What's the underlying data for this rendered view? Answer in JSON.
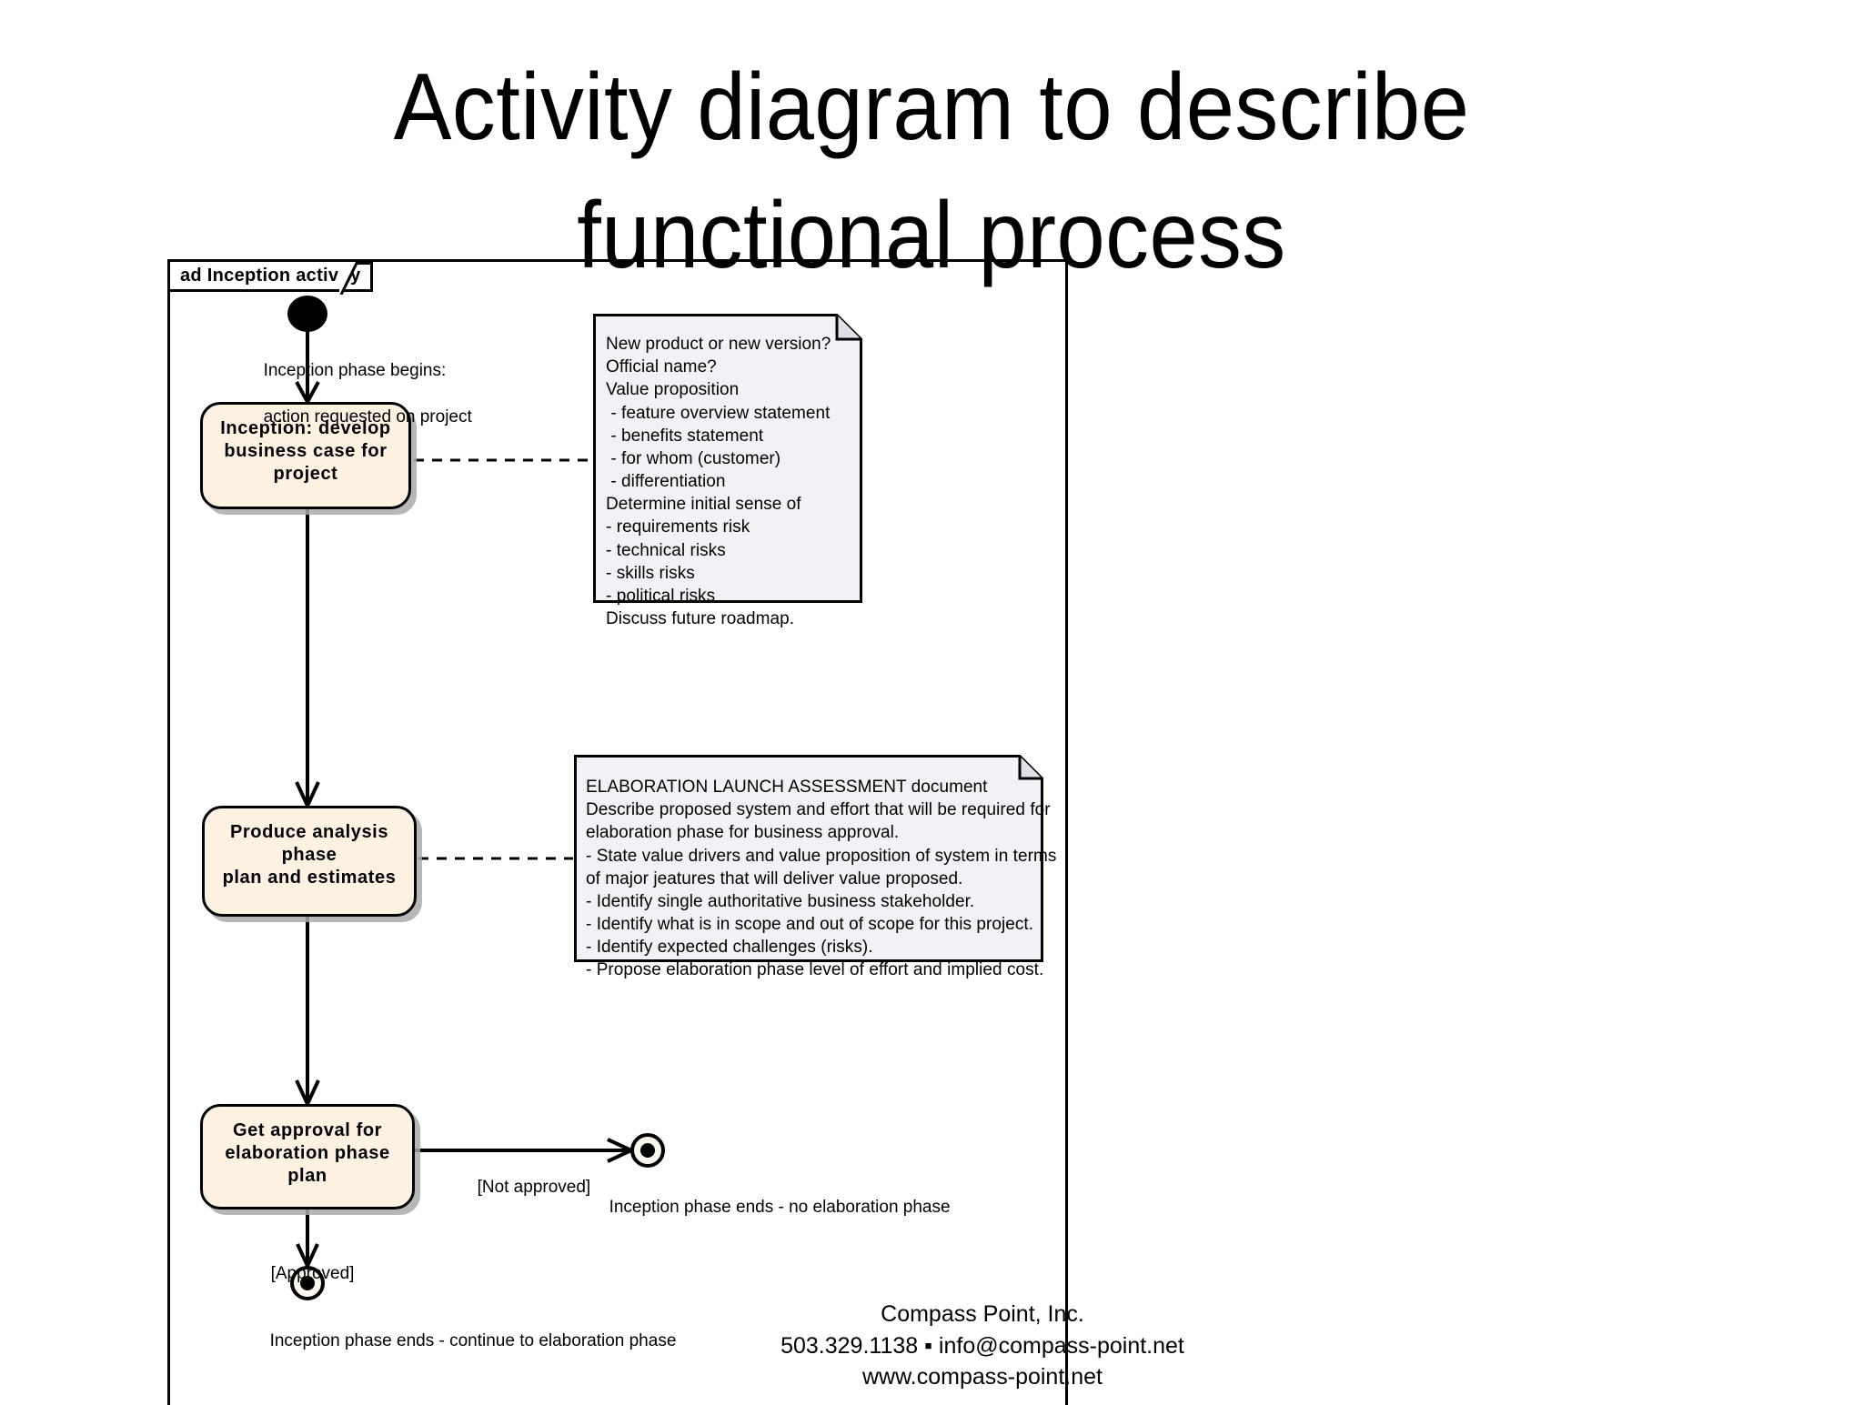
{
  "slide": {
    "title_lines": [
      "Activity diagram to describe",
      "functional process"
    ]
  },
  "frame": {
    "label": "ad Inception activity"
  },
  "nodes": {
    "start": {
      "kind": "initial-node"
    },
    "activity_1": {
      "line1": "Inception: develop",
      "line2": "business case for project"
    },
    "activity_2": {
      "line1": "Produce analysis phase",
      "line2": "plan and estimates"
    },
    "activity_3": {
      "line1": "Get approval for",
      "line2": "elaboration phase plan"
    },
    "final_not_approved": {
      "kind": "final-node"
    },
    "final_approved": {
      "kind": "final-node"
    }
  },
  "labels": {
    "start_note_line1": "Inception phase begins:",
    "start_note_line2": "action requested on project",
    "guard_not_approved": "[Not approved]",
    "guard_approved": "[Approved]",
    "end_no_elaboration": "Inception phase ends - no elaboration phase",
    "end_continue_elaboration": "Inception phase ends - continue to elaboration phase"
  },
  "notes": {
    "note_1": {
      "lines": [
        "New product or new version?",
        "Official name?",
        "Value proposition",
        " - feature overview statement",
        " - benefits statement",
        " - for whom (customer)",
        " - differentiation",
        "Determine initial sense of",
        "- requirements risk",
        "- technical risks",
        "- skills risks",
        "- political risks",
        "Discuss future roadmap."
      ]
    },
    "note_2": {
      "lines": [
        "ELABORATION LAUNCH ASSESSMENT document",
        "Describe proposed system and effort that will be required for",
        "elaboration phase for business approval.",
        "- State value drivers and value proposition of system in terms",
        "of major jeatures that will deliver value proposed.",
        "- Identify single authoritative business stakeholder.",
        "- Identify what is in scope and out of scope for this project.",
        "- Identify expected challenges (risks).",
        "- Propose elaboration phase level of effort and implied cost."
      ]
    }
  },
  "footer": {
    "lines": [
      "Compass Point, Inc.",
      "503.329.1138 ▪ info@compass-point.net",
      "www.compass-point.net"
    ]
  },
  "colors": {
    "activity_fill": "#fdf1e2",
    "note_fill": "#f3f1f5",
    "stroke": "#000000",
    "shadow": "#aaaaaa"
  }
}
